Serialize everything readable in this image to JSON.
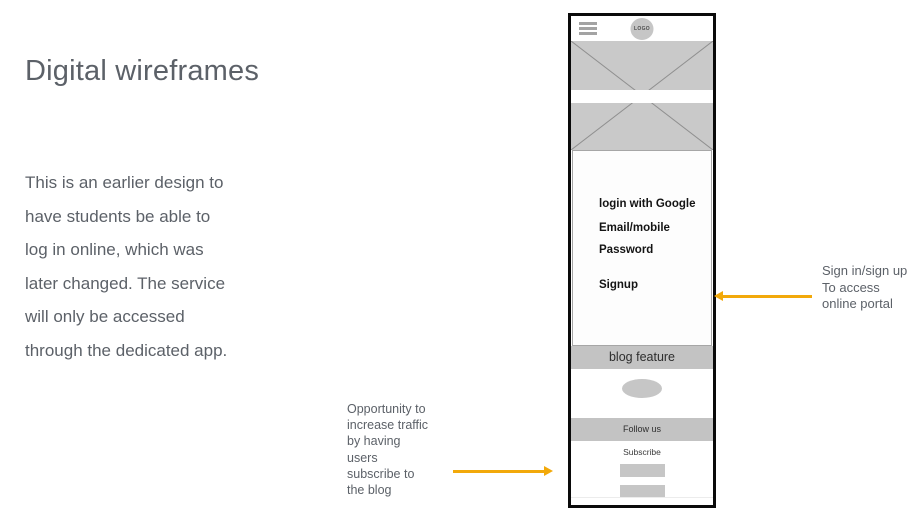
{
  "slide": {
    "title": "Digital wireframes",
    "body_lines": [
      "This is an earlier design to",
      "have students be able to",
      "log in online, which was",
      "later changed. The service",
      "will only be accessed",
      "through the dedicated app."
    ]
  },
  "phone_mockup": {
    "logo_label": "LOGO",
    "login_items": [
      "login with Google",
      "Email/mobile",
      "Password",
      "Signup"
    ],
    "blog_bar_label": "blog feature",
    "follow_bar_label": "Follow us",
    "subscribe_label": "Subscribe"
  },
  "annotations": {
    "signin": {
      "lines": [
        "Sign in/sign up",
        "To access",
        "online portal"
      ]
    },
    "subscribe": {
      "lines": [
        "Opportunity to",
        "increase traffic",
        "by having",
        "users",
        "subscribe to",
        "the blog"
      ]
    }
  },
  "colors": {
    "arrow_accent": "#F2A90A",
    "text_gray": "#5C6168",
    "wireframe_gray": "#C7C7C7",
    "frame_black": "#0A0A0A"
  }
}
